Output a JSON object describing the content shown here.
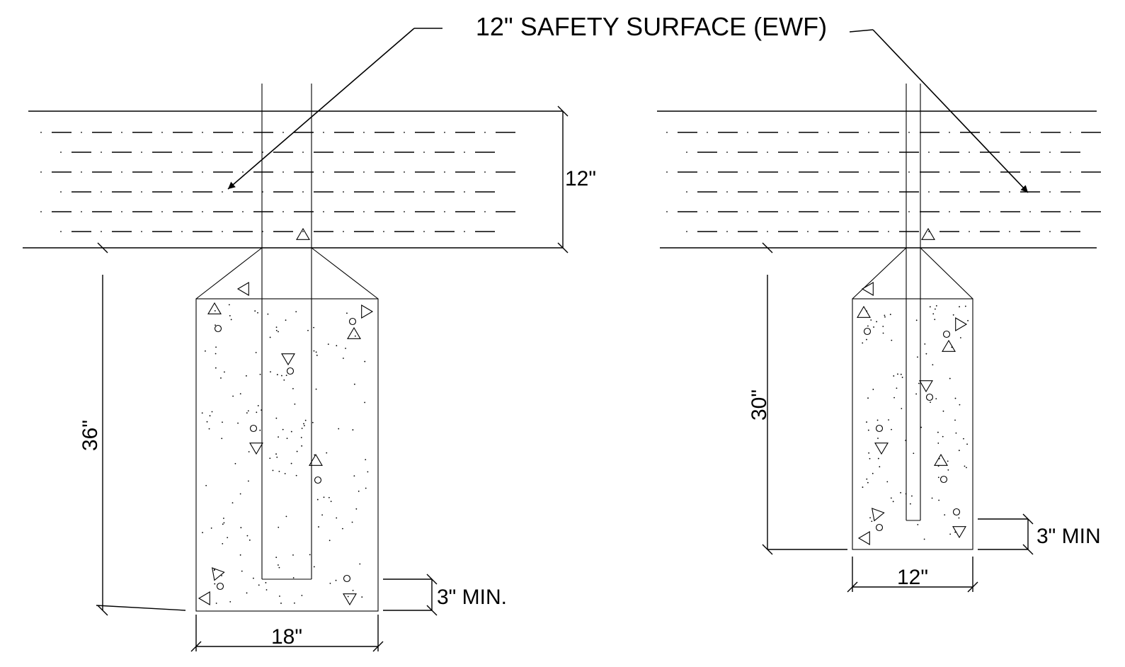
{
  "callout": {
    "label": "12\" SAFETY SURFACE (EWF)"
  },
  "left_detail": {
    "surface_depth": "12\"",
    "footing_depth": "36\"",
    "cover_min": "3\" MIN.",
    "footing_width": "18\""
  },
  "right_detail": {
    "footing_depth": "30\"",
    "cover_min": "3\" MIN",
    "footing_width": "12\""
  }
}
